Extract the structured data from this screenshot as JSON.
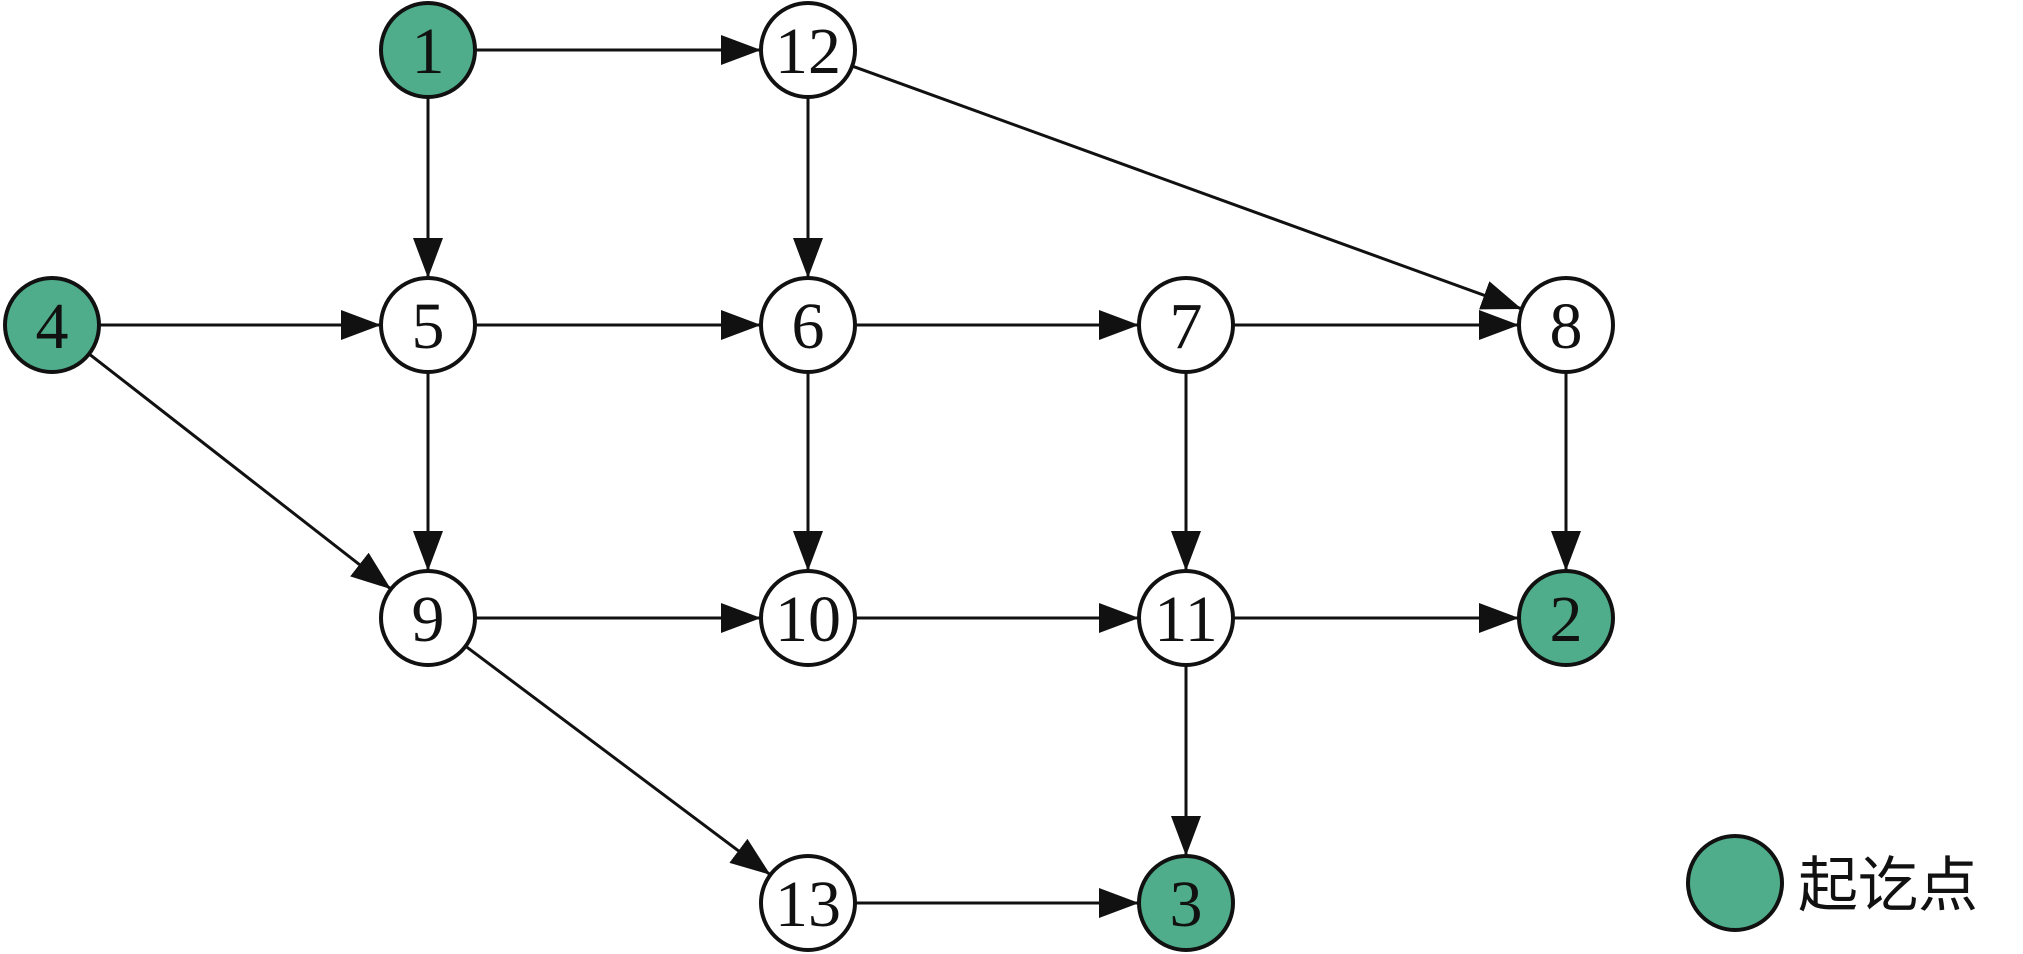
{
  "diagram": {
    "type": "directed-graph",
    "colors": {
      "endpoint_fill": "#4fad8b",
      "node_fill": "#ffffff",
      "stroke": "#111111"
    },
    "nodes": [
      {
        "id": "1",
        "label": "1",
        "endpoint": true
      },
      {
        "id": "12",
        "label": "12",
        "endpoint": false
      },
      {
        "id": "4",
        "label": "4",
        "endpoint": true
      },
      {
        "id": "5",
        "label": "5",
        "endpoint": false
      },
      {
        "id": "6",
        "label": "6",
        "endpoint": false
      },
      {
        "id": "7",
        "label": "7",
        "endpoint": false
      },
      {
        "id": "8",
        "label": "8",
        "endpoint": false
      },
      {
        "id": "9",
        "label": "9",
        "endpoint": false
      },
      {
        "id": "10",
        "label": "10",
        "endpoint": false
      },
      {
        "id": "11",
        "label": "11",
        "endpoint": false
      },
      {
        "id": "2",
        "label": "2",
        "endpoint": true
      },
      {
        "id": "13",
        "label": "13",
        "endpoint": false
      },
      {
        "id": "3",
        "label": "3",
        "endpoint": true
      }
    ],
    "edges": [
      {
        "from": "1",
        "to": "12"
      },
      {
        "from": "1",
        "to": "5"
      },
      {
        "from": "12",
        "to": "6"
      },
      {
        "from": "12",
        "to": "8"
      },
      {
        "from": "4",
        "to": "5"
      },
      {
        "from": "4",
        "to": "9"
      },
      {
        "from": "5",
        "to": "6"
      },
      {
        "from": "5",
        "to": "9"
      },
      {
        "from": "6",
        "to": "7"
      },
      {
        "from": "6",
        "to": "10"
      },
      {
        "from": "7",
        "to": "8"
      },
      {
        "from": "7",
        "to": "11"
      },
      {
        "from": "8",
        "to": "2"
      },
      {
        "from": "9",
        "to": "10"
      },
      {
        "from": "9",
        "to": "13"
      },
      {
        "from": "10",
        "to": "11"
      },
      {
        "from": "11",
        "to": "2"
      },
      {
        "from": "11",
        "to": "3"
      },
      {
        "from": "13",
        "to": "3"
      }
    ]
  },
  "legend": {
    "label": "起讫点"
  }
}
